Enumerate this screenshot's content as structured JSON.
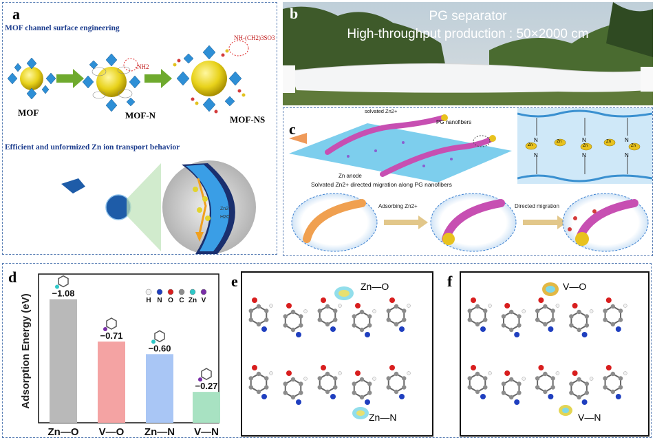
{
  "panel_a": {
    "label": "a",
    "title_top": "MOF channel surface engineering",
    "mof_label": "MOF",
    "mofn_label": "MOF-N",
    "mofns_label": "MOF-NS",
    "nh2_label": "-NH2",
    "nhso3_label": "NH-(CH2)3SO3",
    "title_bottom": "Efficient and unformized Zn ion transport behavior",
    "legend_zn": "Zn2+",
    "legend_h2o": "H2O"
  },
  "panel_b": {
    "label": "b",
    "line1": "PG separator",
    "line2": "High-throughput production : 50×2000 cm"
  },
  "panel_c": {
    "label": "c",
    "solvated_label": "solvated Zn2+",
    "pg_nanofibers_label": "PG nanofibers",
    "zn_anode_label": "Zn anode",
    "caption": "Solvated Zn2+ directed migration along PG nanofibers",
    "step1": "Adsorbing Zn2+",
    "step2": "Directed migration",
    "zn_token": "Zn",
    "n_atom": "N"
  },
  "panel_d": {
    "label": "d",
    "legend_atoms": [
      "H",
      "N",
      "O",
      "C",
      "Zn",
      "V"
    ],
    "legend_colors": [
      "#f2f2f2",
      "#1f3fbf",
      "#d81e1e",
      "#8c8c8c",
      "#2fc8c8",
      "#7a2fa8"
    ]
  },
  "chart_data": {
    "type": "bar",
    "ylabel": "Adsorption Energy (eV)",
    "categories": [
      "Zn—O",
      "V—O",
      "Zn—N",
      "V—N"
    ],
    "values": [
      -1.08,
      -0.71,
      -0.6,
      -0.27
    ],
    "value_labels": [
      "−1.08",
      "−0.71",
      "−0.60",
      "−0.27"
    ],
    "colors": [
      "#b9b9b9",
      "#f4a3a3",
      "#a9c6f5",
      "#a8e2c2"
    ],
    "ylim": [
      -1.3,
      0
    ],
    "grid": false
  },
  "panel_e": {
    "label": "e",
    "top_label": "Zn—O",
    "bottom_label": "Zn—N"
  },
  "panel_f": {
    "label": "f",
    "top_label": "V—O",
    "bottom_label": "V—N"
  }
}
